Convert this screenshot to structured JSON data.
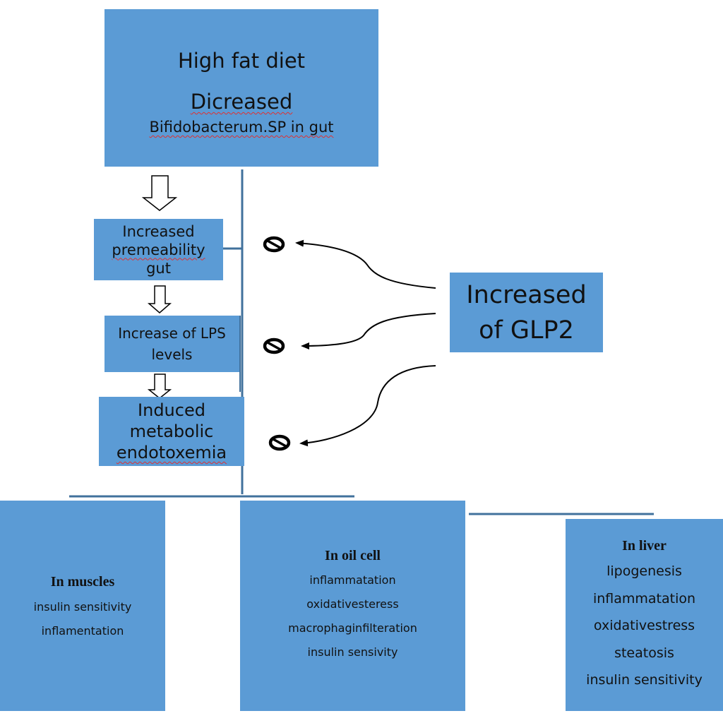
{
  "top_box": {
    "line1": "High fat diet",
    "line2": "Dicreased",
    "line3": "Bifidobacterum.SP in gut"
  },
  "steps": [
    {
      "lines": [
        "Increased",
        "premeability",
        "gut"
      ]
    },
    {
      "lines": [
        "Increase of LPS",
        "levels"
      ]
    },
    {
      "lines": [
        "Induced",
        "metabolic",
        "endotoxemia"
      ]
    }
  ],
  "glp2": {
    "line1": "Increased",
    "line2": "of GLP2"
  },
  "muscles": {
    "title": "In muscles",
    "items": [
      "insulin sensitivity",
      "inflamentation"
    ]
  },
  "oil_cell": {
    "title": "In oil cell",
    "items": [
      "inflammatation",
      "oxidativesteress",
      "macrophaginfilteration",
      "insulin sensivity"
    ]
  },
  "liver": {
    "title": "In liver",
    "items": [
      "lipogenesis",
      "inflammatation",
      "oxidativestress",
      "steatosis",
      "insulin sensitivity"
    ]
  },
  "colors": {
    "box_fill": "#5b9bd5",
    "connector": "#41719c",
    "spellcheck": "#e03030"
  }
}
